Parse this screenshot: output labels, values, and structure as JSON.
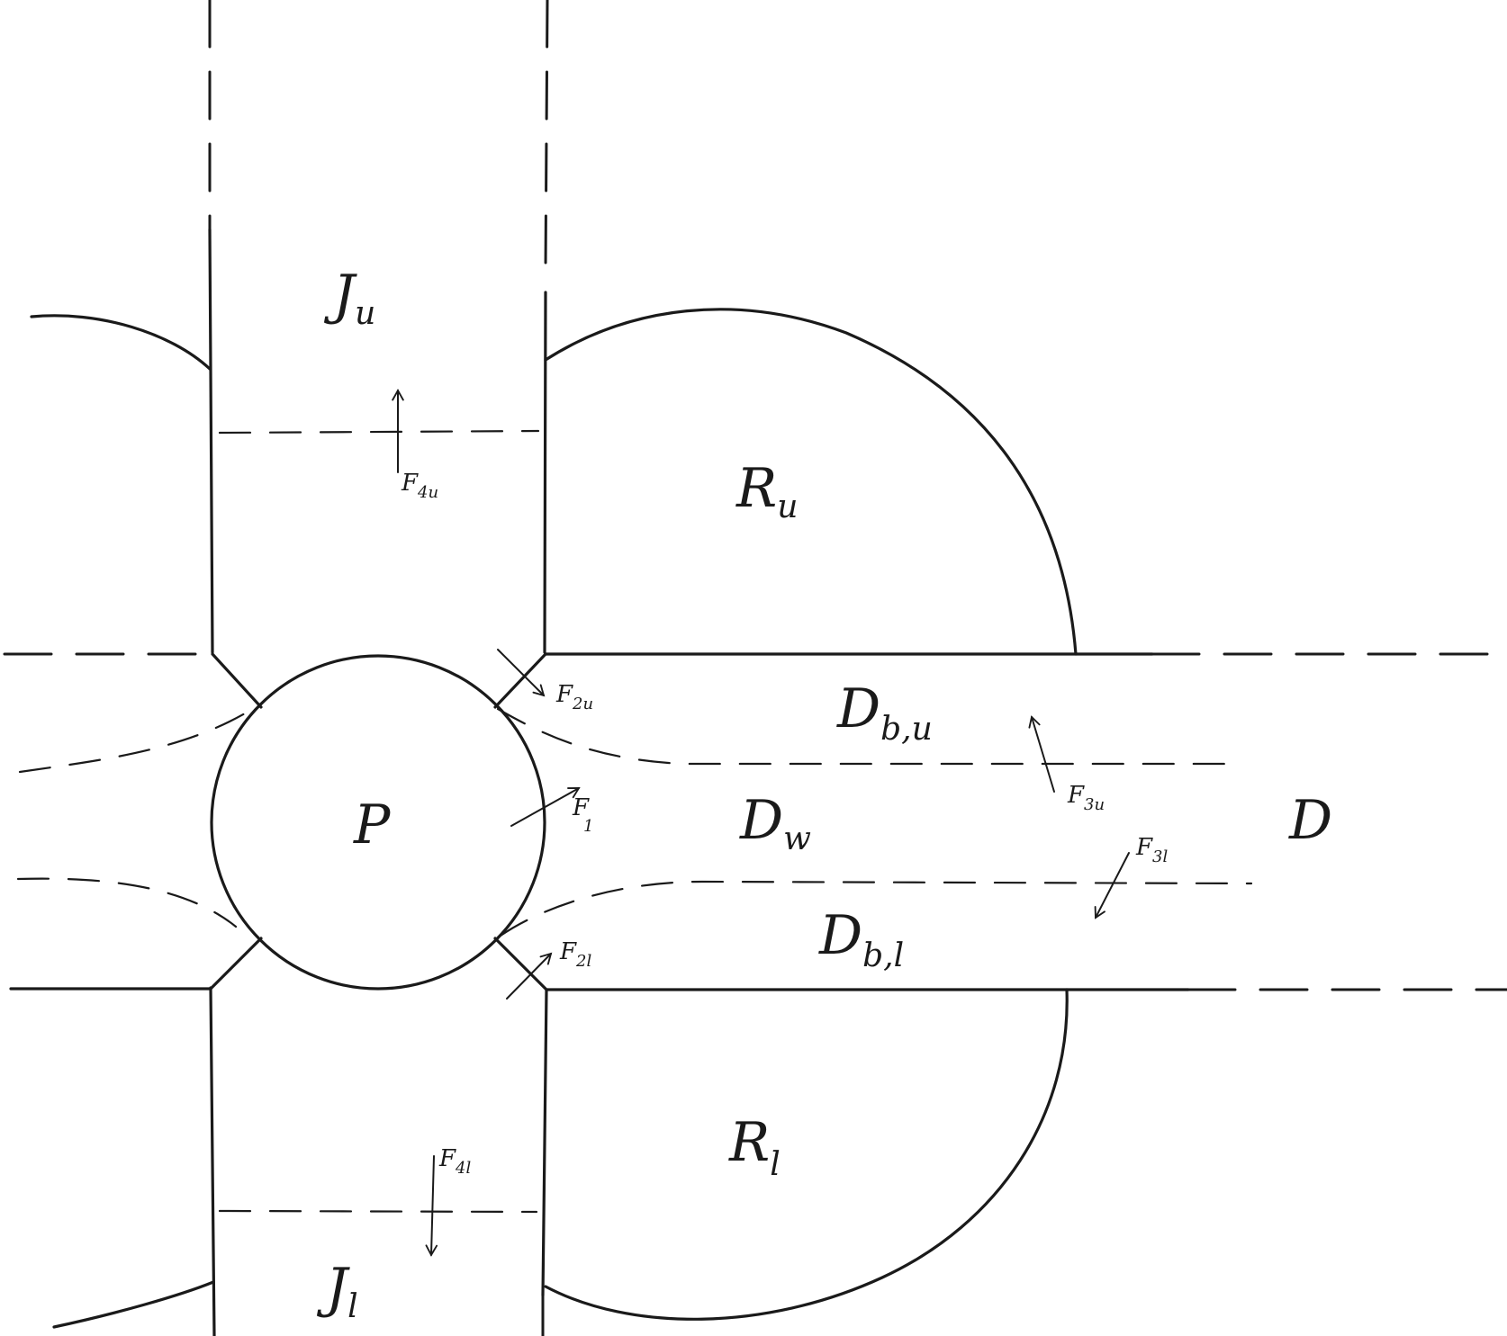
{
  "regions": {
    "junction_upper": {
      "main": "J",
      "sub": "u"
    },
    "junction_lower": {
      "main": "J",
      "sub": "l"
    },
    "reservoir_upper": {
      "main": "R",
      "sub": "u"
    },
    "reservoir_lower": {
      "main": "R",
      "sub": "l"
    },
    "pore": {
      "main": "P"
    },
    "drift_boundary_upper": {
      "main": "D",
      "sub": "b,u"
    },
    "drift_well": {
      "main": "D",
      "sub": "w"
    },
    "drift_boundary_lower": {
      "main": "D",
      "sub": "b,l"
    },
    "drift": {
      "main": "D"
    }
  },
  "fluxes": {
    "f1": {
      "main": "F",
      "sub": "1"
    },
    "f2u": {
      "main": "F",
      "sub": "2u"
    },
    "f2l": {
      "main": "F",
      "sub": "2l"
    },
    "f3u": {
      "main": "F",
      "sub": "3u"
    },
    "f3l": {
      "main": "F",
      "sub": "3l"
    },
    "f4u": {
      "main": "F",
      "sub": "4u"
    },
    "f4l": {
      "main": "F",
      "sub": "4l"
    }
  }
}
